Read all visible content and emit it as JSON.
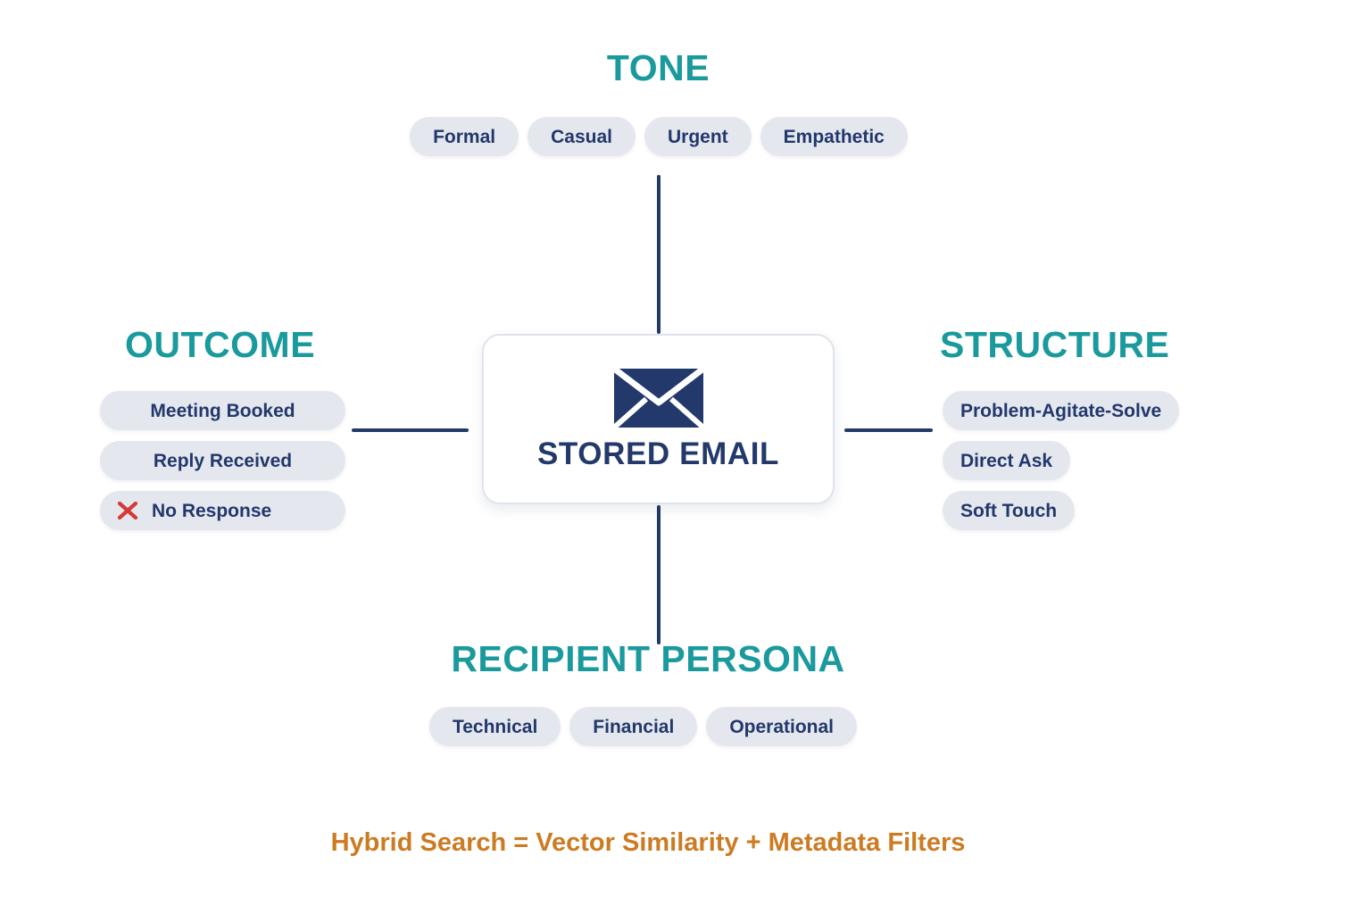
{
  "center": {
    "label": "STORED EMAIL",
    "icon": "envelope-icon"
  },
  "branches": {
    "tone": {
      "title": "TONE",
      "items": [
        "Formal",
        "Casual",
        "Urgent",
        "Empathetic"
      ]
    },
    "outcome": {
      "title": "OUTCOME",
      "items": [
        {
          "label": "Meeting Booked",
          "icon": null
        },
        {
          "label": "Reply Received",
          "icon": null
        },
        {
          "label": "No Response",
          "icon": "x-mark-icon"
        }
      ]
    },
    "structure": {
      "title": "STRUCTURE",
      "items": [
        "Problem-Agitate-Solve",
        "Direct Ask",
        "Soft Touch"
      ]
    },
    "persona": {
      "title": "RECIPIENT PERSONA",
      "items": [
        "Technical",
        "Financial",
        "Operational"
      ]
    }
  },
  "caption": "Hybrid Search = Vector Similarity + Metadata Filters",
  "colors": {
    "heading_teal": "#1b9a9e",
    "navy": "#23386b",
    "pill_bg": "#e4e7ee",
    "caption_orange": "#cd7b22",
    "x_red": "#d43b36",
    "background": "#ffffff"
  }
}
